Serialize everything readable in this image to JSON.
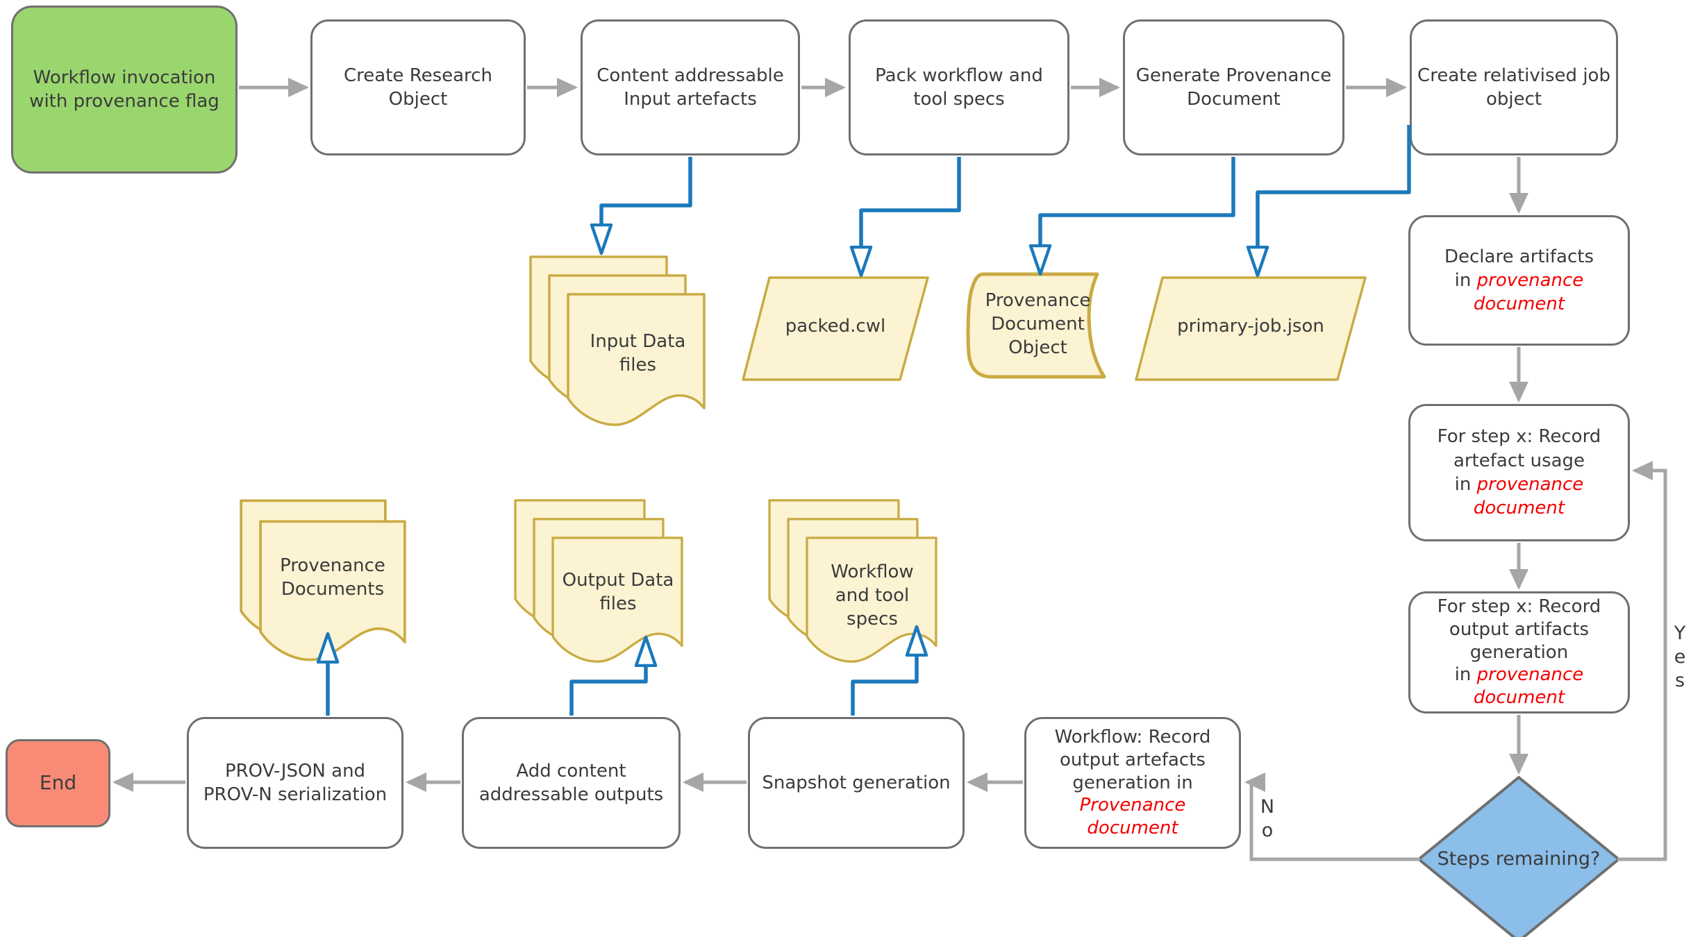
{
  "diagram_title": "Workflow provenance capture flowchart",
  "colors": {
    "start_green": "#9ad66e",
    "end_salmon": "#f98b76",
    "decision_blue": "#8bbee9",
    "document_yellow": "#fcf3d3",
    "document_gold_border": "#c9ab43",
    "connector_blue": "#1b79bc",
    "connector_gray": "#a6a6a6",
    "node_border_gray": "#6f6f6f",
    "text_dark": "#3b3b3b",
    "text_red": "#f40000"
  },
  "nodes": {
    "start": {
      "label": "Workflow invocation with provenance flag"
    },
    "create_ro": {
      "label": "Create Research Object"
    },
    "content_input": {
      "label": "Content addressable Input artefacts"
    },
    "pack": {
      "label": "Pack workflow and tool specs"
    },
    "gen_prov": {
      "label": "Generate Provenance Document"
    },
    "create_job": {
      "label": "Create relativised job object"
    },
    "declare": {
      "l1": "Declare artifacts",
      "l2a": "in ",
      "l2b": "provenance",
      "l3b": "document"
    },
    "record_usage": {
      "l1": "For step x: Record",
      "l2": "artefact usage",
      "l3a": "in ",
      "l3b": "provenance",
      "l4b": "document"
    },
    "record_outputs": {
      "l1": "For step x: Record",
      "l2": "output artifacts",
      "l3": "generation",
      "l4a": "in ",
      "l4b": "provenance",
      "l5b": "document"
    },
    "decision": {
      "label": "Steps remaining?",
      "yes_label": "Yes",
      "no_label": "No"
    },
    "wf_record": {
      "l1": "Workflow: Record",
      "l2": "output artefacts",
      "l3": "generation in",
      "l4b": "Provenance",
      "l5b": "document"
    },
    "snapshot": {
      "label": "Snapshot generation"
    },
    "add_outputs": {
      "label": "Add content addressable outputs"
    },
    "serialization": {
      "label": "PROV-JSON and PROV-N serialization"
    },
    "end": {
      "label": "End"
    }
  },
  "documents": {
    "input_files": {
      "label": "Input Data files"
    },
    "packed_cwl": {
      "label": "packed.cwl"
    },
    "prov_doc_object": {
      "label": "Provenance Document Object"
    },
    "primary_job": {
      "label": "primary-job.json"
    },
    "prov_docs": {
      "label": "Provenance Documents"
    },
    "output_files": {
      "label": "Output Data files"
    },
    "wf_tool_specs": {
      "label": "Workflow and tool specs"
    }
  }
}
